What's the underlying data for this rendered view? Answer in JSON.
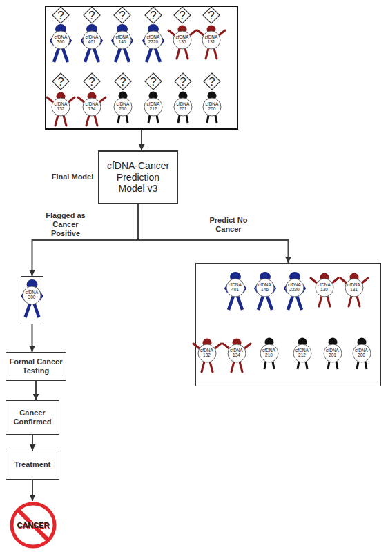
{
  "diagram": {
    "nodes": [
      {
        "text": []
      },
      {
        "text": [
          "?"
        ],
        "in": 0
      },
      {
        "text": [
          "cfDNA 300"
        ],
        "in": 0
      },
      {
        "text": [
          "?"
        ],
        "in": 0
      },
      {
        "text": [
          "cfDNA 401"
        ],
        "in": 0
      },
      {
        "text": [
          "?"
        ],
        "in": 0
      },
      {
        "text": [
          "cfDNA 146"
        ],
        "in": 0
      },
      {
        "text": [
          "?"
        ],
        "in": 0
      },
      {
        "text": [
          "cfDNA 2220"
        ],
        "in": 0
      },
      {
        "text": [
          "?"
        ],
        "in": 0
      },
      {
        "text": [
          "cfDNA 130"
        ],
        "in": 0
      },
      {
        "text": [
          "?"
        ],
        "in": 0
      },
      {
        "text": [
          "cfDNA 131"
        ],
        "in": 0
      },
      {
        "text": [
          "?"
        ],
        "in": 0
      },
      {
        "text": [
          "cfDNA 132"
        ],
        "in": 0
      },
      {
        "text": [
          "?"
        ],
        "in": 0
      },
      {
        "text": [
          "cfDNA 134"
        ],
        "in": 0
      },
      {
        "text": [
          "?"
        ],
        "in": 0
      },
      {
        "text": [
          "cfDNA 210"
        ],
        "in": 0
      },
      {
        "text": [
          "?"
        ],
        "in": 0
      },
      {
        "text": [
          "cfDNA 212"
        ],
        "in": 0
      },
      {
        "text": [
          "?"
        ],
        "in": 0
      },
      {
        "text": [
          "cfDNA 201"
        ],
        "in": 0
      },
      {
        "text": [
          "?"
        ],
        "in": 0
      },
      {
        "text": [
          "cfDNA 200"
        ],
        "in": 0
      },
      {
        "text": [
          "cfDNA-Cancer Prediction Model v3"
        ]
      },
      {
        "text": []
      },
      {
        "text": [
          "cfDNA 300"
        ],
        "in": 26
      },
      {
        "text": []
      },
      {
        "text": [
          "cfDNA 401"
        ],
        "in": 28
      },
      {
        "text": [
          "cfDNA 146"
        ],
        "in": 28
      },
      {
        "text": [
          "cfDNA 2220"
        ],
        "in": 28
      },
      {
        "text": [
          "cfDNA 130"
        ],
        "in": 28
      },
      {
        "text": [
          "cfDNA 131"
        ],
        "in": 28
      },
      {
        "text": [
          "cfDNA 132"
        ],
        "in": 28
      },
      {
        "text": [
          "cfDNA 134"
        ],
        "in": 28
      },
      {
        "text": [
          "cfDNA 210"
        ],
        "in": 28
      },
      {
        "text": [
          "cfDNA 212"
        ],
        "in": 28
      },
      {
        "text": [
          "cfDNA 201"
        ],
        "in": 28
      },
      {
        "text": [
          "cfDNA 200"
        ],
        "in": 28
      },
      {
        "text": [
          "Formal Cancer Testing"
        ]
      },
      {
        "text": [
          "Cancer Confirmed"
        ]
      },
      {
        "text": [
          "Treatment"
        ]
      },
      {
        "text": [
          "CANCER"
        ]
      }
    ],
    "edges": [
      {
        "from": 0,
        "to": 25,
        "arrow": "to"
      },
      {
        "from": 25,
        "to": 26,
        "arrow": "to",
        "label": "Flagged as Cancer Positive"
      },
      {
        "from": 25,
        "to": 28,
        "arrow": "to",
        "label": "Predict No Cancer"
      },
      {
        "from": 26,
        "to": 40,
        "arrow": "to"
      },
      {
        "from": 40,
        "to": 41,
        "arrow": "to"
      },
      {
        "from": 41,
        "to": 42,
        "arrow": "to"
      },
      {
        "from": 42,
        "to": 43,
        "arrow": "to"
      }
    ],
    "labels": [
      "Final Model"
    ]
  }
}
